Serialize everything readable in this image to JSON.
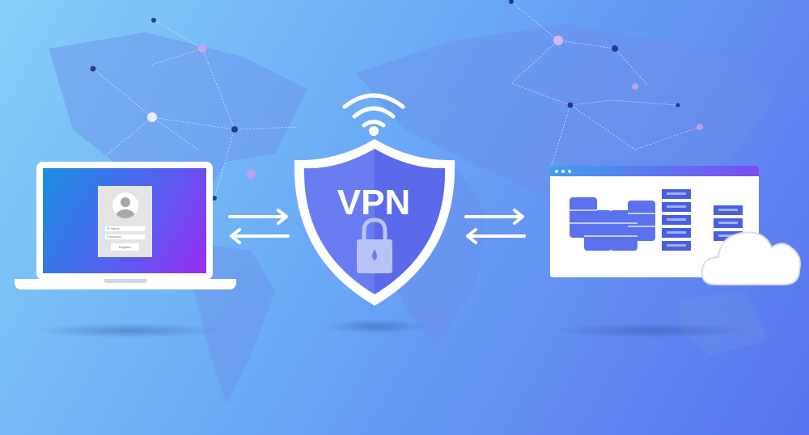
{
  "shield": {
    "label": "VPN"
  },
  "login_form": {
    "field_1": "ID Name",
    "field_2": "Password",
    "button": "Register"
  },
  "colors": {
    "background_start": "#84d0f8",
    "background_end": "#5a72ee",
    "shield": "#5f6ff0",
    "screen_start": "#1a8fe0",
    "screen_end": "#9a2cf2",
    "database": "#5a72ee"
  },
  "icons": [
    "world-map",
    "laptop-icon",
    "user-avatar-icon",
    "wifi-icon",
    "shield-icon",
    "lock-icon",
    "arrows-exchange-icon",
    "browser-window-icon",
    "database-icon",
    "server-rack-icon",
    "cloud-icon"
  ]
}
